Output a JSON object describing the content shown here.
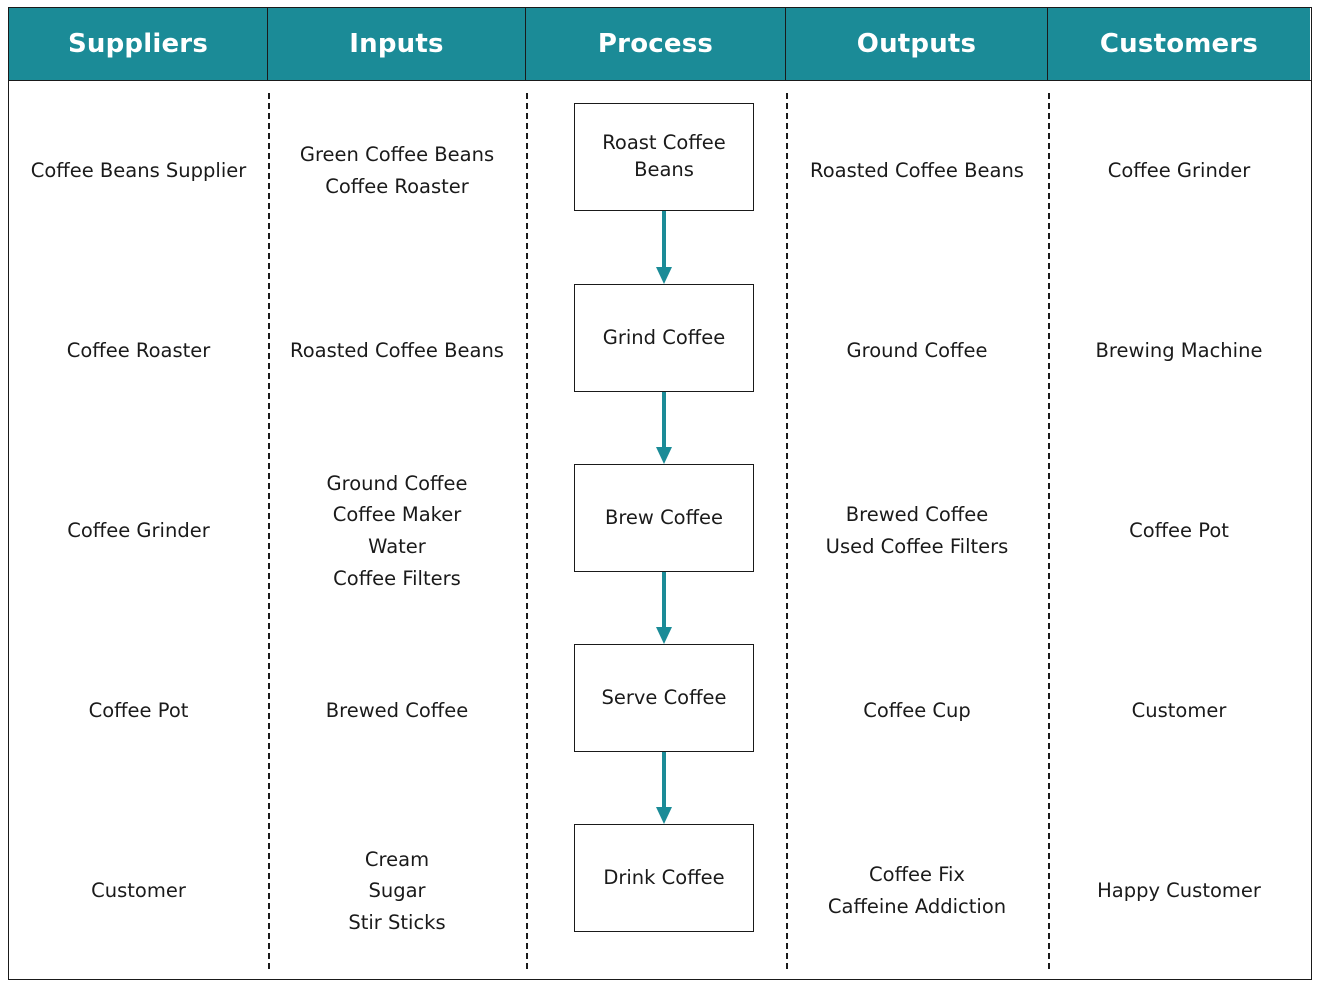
{
  "diagram": {
    "type": "SIPOC",
    "accent_color": "#1b8b97",
    "header_text_color": "#ffffff",
    "border_color": "#1a1a1a",
    "columns": [
      {
        "key": "suppliers",
        "label": "Suppliers"
      },
      {
        "key": "inputs",
        "label": "Inputs"
      },
      {
        "key": "process",
        "label": "Process"
      },
      {
        "key": "outputs",
        "label": "Outputs"
      },
      {
        "key": "customers",
        "label": "Customers"
      }
    ],
    "rows": [
      {
        "suppliers": [
          "Coffee Beans Supplier"
        ],
        "inputs": [
          "Green Coffee Beans",
          "Coffee Roaster"
        ],
        "process": "Roast Coffee Beans",
        "outputs": [
          "Roasted Coffee Beans"
        ],
        "customers": [
          "Coffee Grinder"
        ]
      },
      {
        "suppliers": [
          "Coffee Roaster"
        ],
        "inputs": [
          "Roasted Coffee Beans"
        ],
        "process": "Grind Coffee",
        "outputs": [
          "Ground Coffee"
        ],
        "customers": [
          "Brewing Machine"
        ]
      },
      {
        "suppliers": [
          "Coffee Grinder"
        ],
        "inputs": [
          "Ground Coffee",
          "Coffee Maker",
          "Water",
          "Coffee Filters"
        ],
        "process": "Brew Coffee",
        "outputs": [
          "Brewed Coffee",
          "Used Coffee Filters"
        ],
        "customers": [
          "Coffee Pot"
        ]
      },
      {
        "suppliers": [
          "Coffee Pot"
        ],
        "inputs": [
          "Brewed Coffee"
        ],
        "process": "Serve Coffee",
        "outputs": [
          "Coffee Cup"
        ],
        "customers": [
          "Customer"
        ]
      },
      {
        "suppliers": [
          "Customer"
        ],
        "inputs": [
          "Cream",
          "Sugar",
          "Stir Sticks"
        ],
        "process": "Drink Coffee",
        "outputs": [
          "Coffee Fix",
          "Caffeine Addiction"
        ],
        "customers": [
          "Happy Customer"
        ]
      }
    ],
    "flow_arrows": [
      {
        "from": "Roast Coffee Beans",
        "to": "Grind Coffee"
      },
      {
        "from": "Grind Coffee",
        "to": "Brew Coffee"
      },
      {
        "from": "Brew Coffee",
        "to": "Serve Coffee"
      },
      {
        "from": "Serve Coffee",
        "to": "Drink Coffee"
      }
    ]
  }
}
